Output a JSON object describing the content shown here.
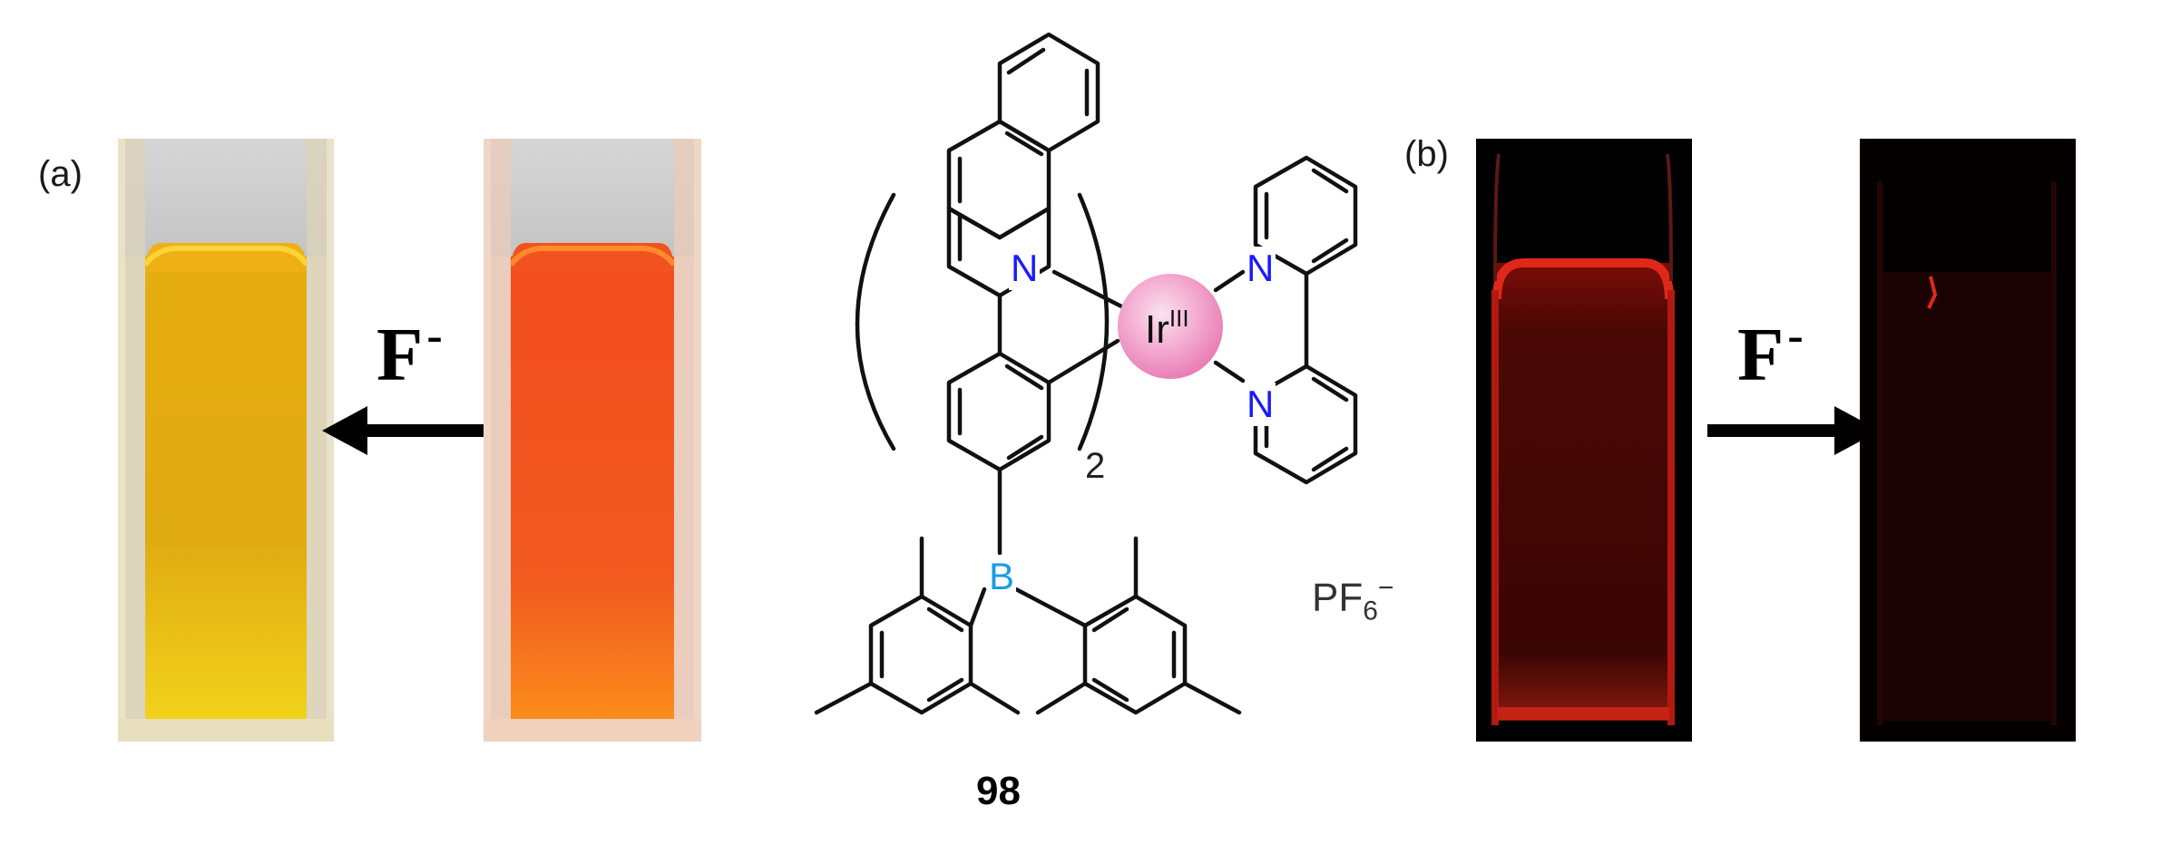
{
  "panel_a": {
    "label": "(a)",
    "reagent": "F",
    "reagent_charge": "-"
  },
  "panel_b": {
    "label": "(b)",
    "reagent": "F",
    "reagent_charge": "-"
  },
  "molecule": {
    "compound_number": "98",
    "metal": "Ir",
    "oxidation_state": "III",
    "subscript_count": "2",
    "boron": "B",
    "nitrogen": "N",
    "counterion_base": "PF",
    "counterion_sub": "6",
    "counterion_charge": "−"
  },
  "colors": {
    "nitrogen": "#1a1aff",
    "boron": "#1e9be6",
    "iridium_sphere": "#f3a8cf",
    "yellow_solution": "#e2ad13",
    "orange_solution": "#f45a1c",
    "red_emission": "#cc1e14"
  }
}
